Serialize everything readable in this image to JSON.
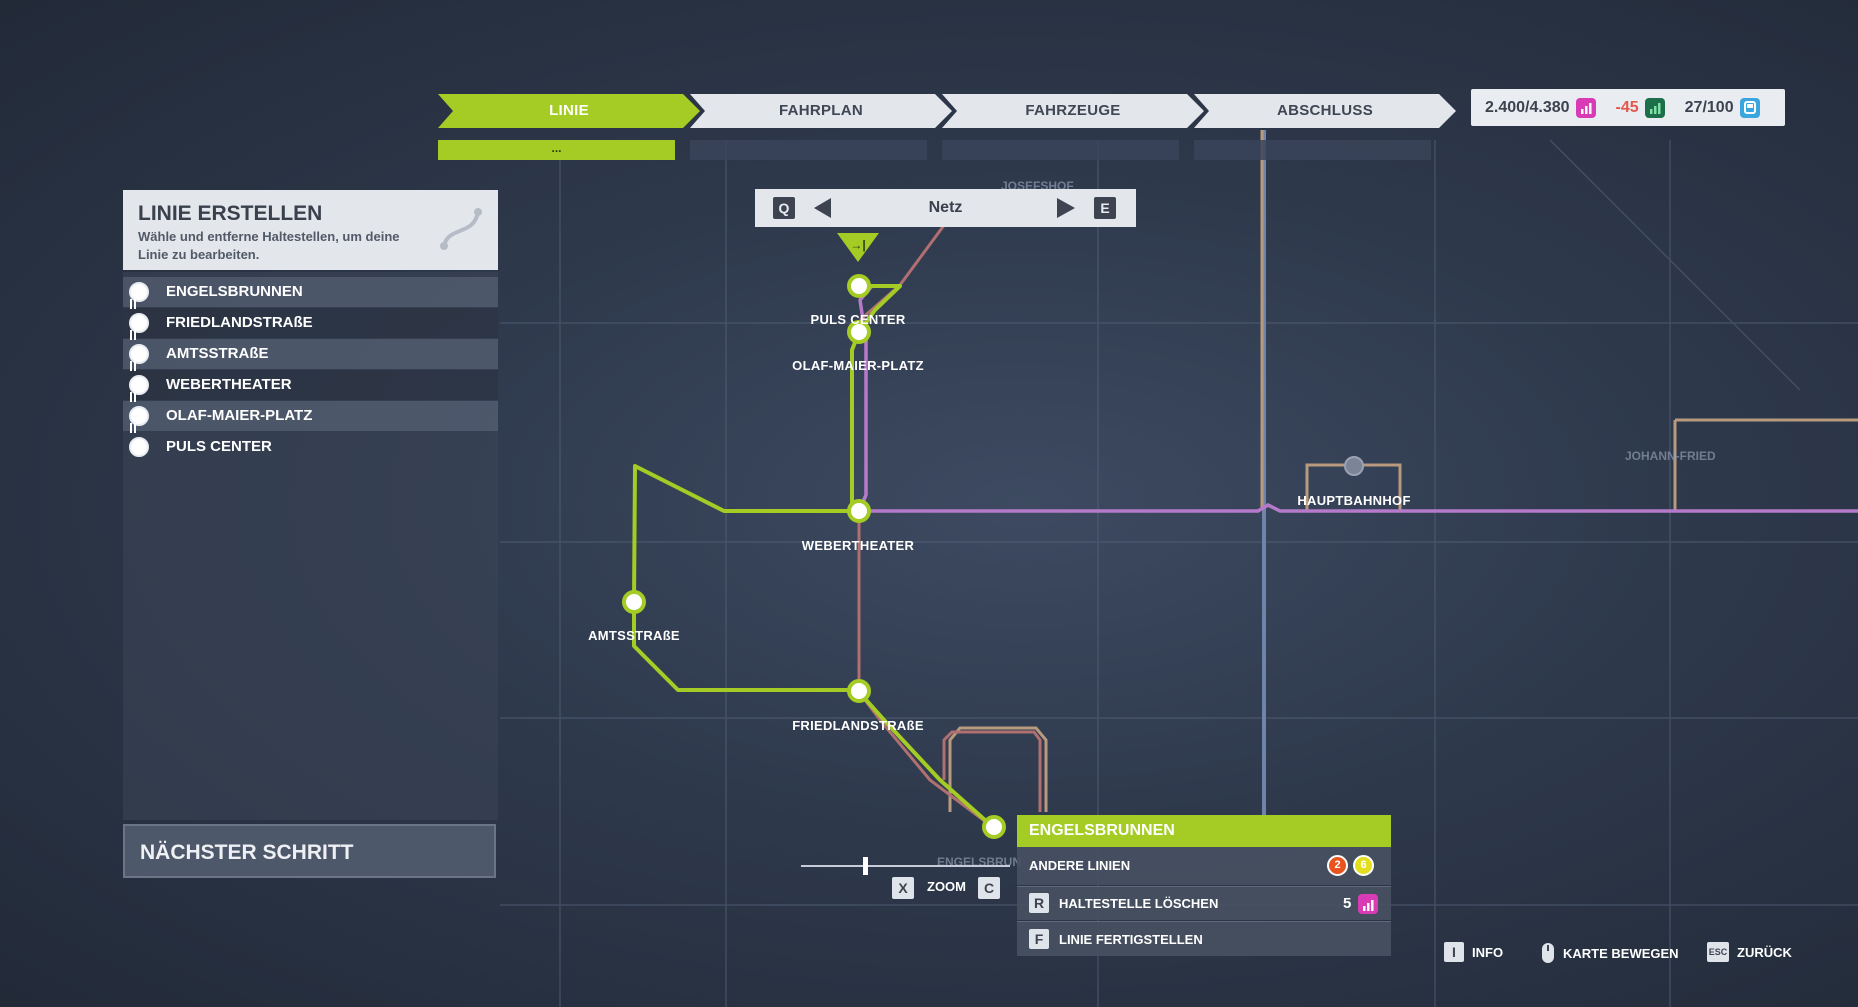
{
  "tabs": [
    {
      "label": "LINIE",
      "active": true,
      "sub": "..."
    },
    {
      "label": "FAHRPLAN",
      "active": false,
      "sub": ""
    },
    {
      "label": "FAHRZEUGE",
      "active": false,
      "sub": ""
    },
    {
      "label": "ABSCHLUSS",
      "active": false,
      "sub": ""
    }
  ],
  "resources": {
    "passengers": "2.400/4.380",
    "income": "-45",
    "vehicles": "27/100"
  },
  "panel": {
    "title": "LINIE ERSTELLEN",
    "description": "Wähle und entferne Haltestellen, um deine Linie zu bearbeiten.",
    "stops": [
      "ENGELSBRUNNEN",
      "FRIEDLANDSTRAßE",
      "AMTSSTRAßE",
      "WEBERTHEATER",
      "OLAF-MAIER-PLATZ",
      "PULS CENTER"
    ],
    "next_button": "NÄCHSTER SCHRITT"
  },
  "netz": {
    "key_left": "Q",
    "label": "Netz",
    "key_right": "E"
  },
  "zoom": {
    "key_out": "X",
    "label": "ZOOM",
    "key_in": "C"
  },
  "map": {
    "labels": {
      "josefshof": "JOSEFSHOF",
      "puls_center": "PULS CENTER",
      "olaf_maier_platz": "OLAF-MAIER-PLATZ",
      "webertheater": "WEBERTHEATER",
      "amtsstrasse": "AMTSSTRAßE",
      "friedlandstrasse": "FRIEDLANDSTRAßE",
      "hauptbahnhof": "HAUPTBAHNHOF",
      "johann_fried": "JOHANN-FRIED",
      "engelsbrunnen_faint": "ENGELSBRUN"
    },
    "colors": {
      "new_line": "#a4cc24",
      "purple_line": "#b57ac9",
      "red_line": "#b07070",
      "tan_line": "#b89a7e",
      "blue_line": "#6f84a8"
    }
  },
  "popup": {
    "title": "ENGELSBRUNNEN",
    "other_lines_label": "ANDERE LINIEN",
    "other_lines": [
      {
        "num": "2",
        "color": "#e8541e"
      },
      {
        "num": "6",
        "color": "#e3df1f"
      }
    ],
    "delete_key": "R",
    "delete_label": "HALTESTELLE LÖSCHEN",
    "delete_value": "5",
    "finish_key": "F",
    "finish_label": "LINIE FERTIGSTELLEN"
  },
  "hints": [
    {
      "key": "I",
      "label": "INFO"
    },
    {
      "key": "mouse",
      "label": "KARTE BEWEGEN"
    },
    {
      "key": "ESC",
      "label": "ZURÜCK"
    }
  ]
}
